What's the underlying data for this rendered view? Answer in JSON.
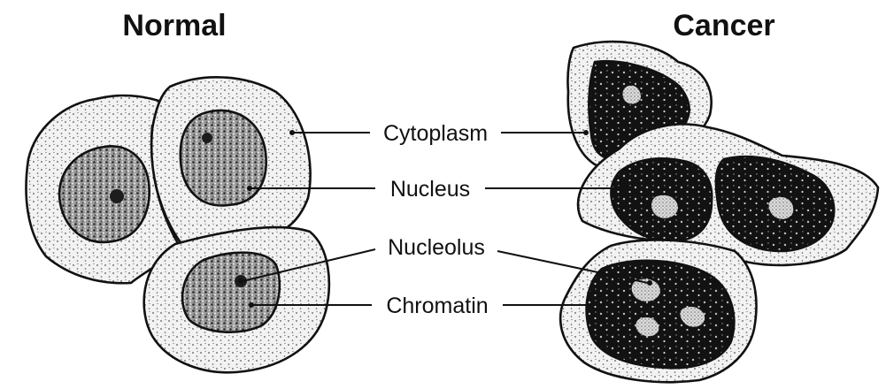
{
  "titles": {
    "left": "Normal",
    "right": "Cancer"
  },
  "labels": {
    "cytoplasm": "Cytoplasm",
    "nucleus": "Nucleus",
    "nucleolus": "Nucleolus",
    "chromatin": "Chromatin"
  },
  "colors": {
    "ink": "#111111",
    "cytoplasm_fill": "#efefef",
    "normal_nucleus_fill": "#b4b4b4",
    "cancer_nucleus_fill": "#141414",
    "background": "#ffffff"
  }
}
